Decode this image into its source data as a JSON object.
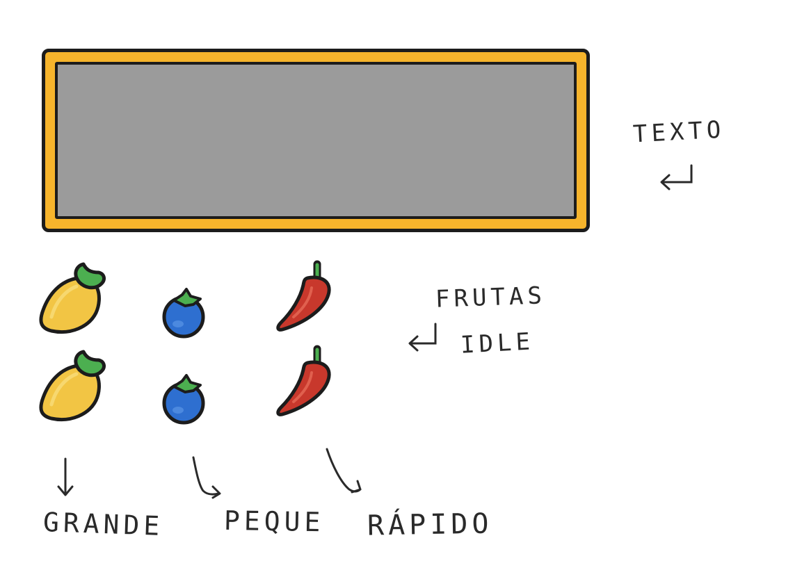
{
  "annotations": {
    "texto": "TEXTO",
    "frutas": "FRUTAS",
    "idle": "IDLE"
  },
  "labels": {
    "grande": "GRANDE",
    "peque": "PEQUE",
    "rapido": "RÁPIDO"
  },
  "colors": {
    "frame_yellow": "#f6b42c",
    "text_box_gray": "#9b9b9b",
    "mango_yellow": "#f2c544",
    "blueberry_blue": "#2e6fd0",
    "chili_red": "#c8382c",
    "leaf_green": "#4caf50",
    "outline": "#1c1c1c"
  },
  "icons": {
    "large_fruit": "mango-icon",
    "small_fruit": "blueberry-icon",
    "fast_fruit": "chili-pepper-icon"
  }
}
